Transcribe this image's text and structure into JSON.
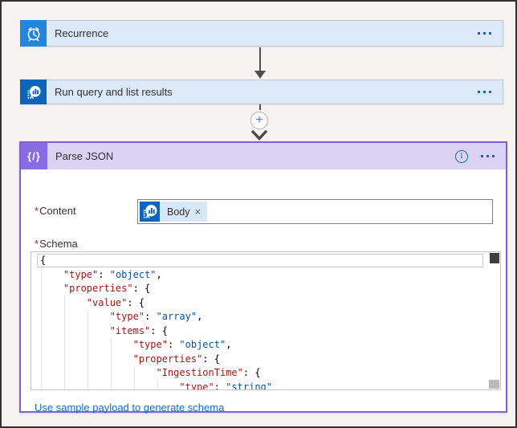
{
  "colors": {
    "recurrence_icon_bg": "#2285e0",
    "monitor_icon_bg": "#0d64bb",
    "parse_icon_bg": "#886ce4",
    "parse_border": "#8661c5",
    "parse_header_bg": "#dcd2f4",
    "step_card_bg": "#dbe9f9",
    "accent_blue": "#0f6cbd",
    "code_key_color": "#a31515",
    "code_value_color": "#0451a5"
  },
  "icons": {
    "info": "i",
    "plus": "+",
    "parse_glyph": "{/}",
    "token_close": "×"
  },
  "steps": {
    "recurrence": {
      "title": "Recurrence"
    },
    "run_query": {
      "title": "Run query and list results"
    },
    "parse_json": {
      "title": "Parse JSON",
      "required_marker": "*",
      "content_label": "Content",
      "schema_label": "Schema",
      "content_token": {
        "label": "Body"
      },
      "footer_link": "Use sample payload to generate schema"
    }
  },
  "schema_code": {
    "lines": [
      [
        [
          "p",
          "{"
        ]
      ],
      [
        [
          "p",
          "    "
        ],
        [
          "k",
          "\"type\""
        ],
        [
          "p",
          ": "
        ],
        [
          "v",
          "\"object\""
        ],
        [
          "p",
          ","
        ]
      ],
      [
        [
          "p",
          "    "
        ],
        [
          "k",
          "\"properties\""
        ],
        [
          "p",
          ": {"
        ]
      ],
      [
        [
          "p",
          "        "
        ],
        [
          "k",
          "\"value\""
        ],
        [
          "p",
          ": {"
        ]
      ],
      [
        [
          "p",
          "            "
        ],
        [
          "k",
          "\"type\""
        ],
        [
          "p",
          ": "
        ],
        [
          "v",
          "\"array\""
        ],
        [
          "p",
          ","
        ]
      ],
      [
        [
          "p",
          "            "
        ],
        [
          "k",
          "\"items\""
        ],
        [
          "p",
          ": {"
        ]
      ],
      [
        [
          "p",
          "                "
        ],
        [
          "k",
          "\"type\""
        ],
        [
          "p",
          ": "
        ],
        [
          "v",
          "\"object\""
        ],
        [
          "p",
          ","
        ]
      ],
      [
        [
          "p",
          "                "
        ],
        [
          "k",
          "\"properties\""
        ],
        [
          "p",
          ": {"
        ]
      ],
      [
        [
          "p",
          "                    "
        ],
        [
          "k",
          "\"IngestionTime\""
        ],
        [
          "p",
          ": {"
        ]
      ],
      [
        [
          "p",
          "                        "
        ],
        [
          "k",
          "\"type\""
        ],
        [
          "p",
          ": "
        ],
        [
          "v",
          "\"string\""
        ]
      ]
    ]
  }
}
